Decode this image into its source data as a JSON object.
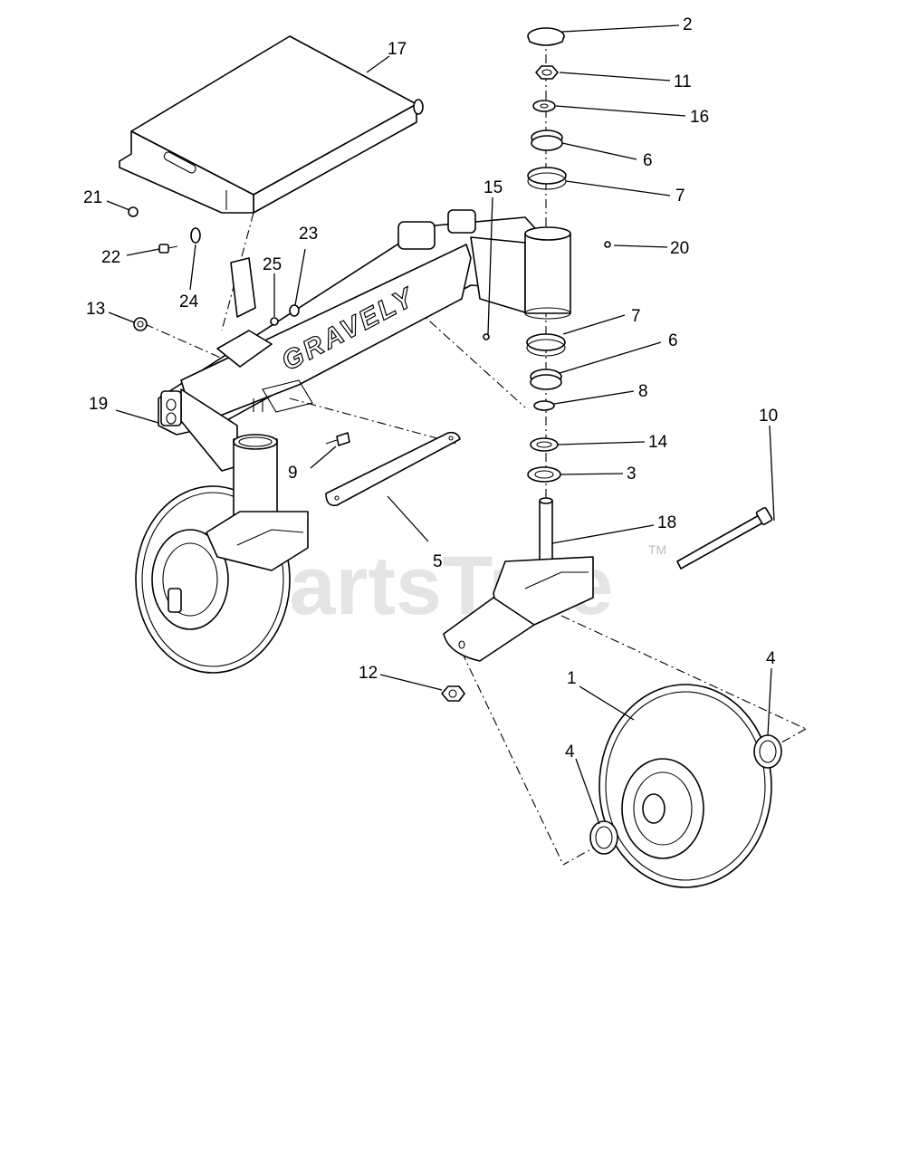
{
  "diagram": {
    "brand_text": "GRAVELY",
    "watermark": "PartsTree",
    "watermark_tm": "TM",
    "callouts": [
      "2",
      "11",
      "16",
      "6",
      "7",
      "20",
      "15",
      "17",
      "21",
      "22",
      "24",
      "23",
      "25",
      "13",
      "7",
      "6",
      "8",
      "19",
      "14",
      "9",
      "3",
      "10",
      "18",
      "5",
      "12",
      "4",
      "1",
      "4"
    ]
  }
}
